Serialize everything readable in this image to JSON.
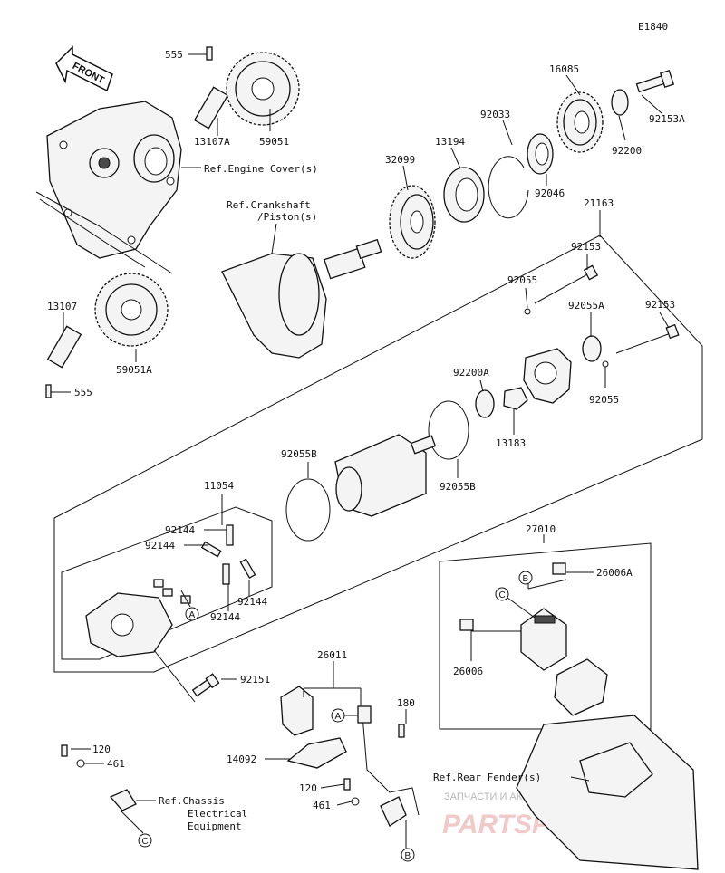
{
  "diagram_code": "E1840",
  "front_arrow_text": "FRONT",
  "labels": {
    "p555_top": "555",
    "p13107A": "13107A",
    "p59051": "59051",
    "ref_engine_cover": "Ref.Engine Cover(s)",
    "p16085": "16085",
    "p92153A": "92153A",
    "p92033": "92033",
    "p92200": "92200",
    "p13194": "13194",
    "p92046": "92046",
    "p32099": "32099",
    "ref_crank_1": "Ref.Crankshaft",
    "ref_crank_2": "/Piston(s)",
    "p21163": "21163",
    "p92153_a": "92153",
    "p92055_a": "92055",
    "p92055A": "92055A",
    "p92153_b": "92153",
    "p13107": "13107",
    "p59051A": "59051A",
    "p555_bottom": "555",
    "p92055_b": "92055",
    "p92200A": "92200A",
    "p13183": "13183",
    "p92055B_left": "92055B",
    "p92055B_right": "92055B",
    "p11054": "11054",
    "p92144_1": "92144",
    "p92144_2": "92144",
    "p92144_3": "92144",
    "p92144_4": "92144",
    "p27010": "27010",
    "p26006A": "26006A",
    "p26006": "26006",
    "p92151": "92151",
    "p26011": "26011",
    "p180": "180",
    "p120_left": "120",
    "p461_left": "461",
    "p14092": "14092",
    "p120_mid": "120",
    "p461_mid": "461",
    "ref_rear_fender": "Ref.Rear Fender(s)",
    "ref_chassis_1": "Ref.Chassis",
    "ref_chassis_2": "Electrical",
    "ref_chassis_3": "Equipment"
  },
  "callouts": {
    "a": "A",
    "b": "B",
    "c": "C"
  },
  "watermark": {
    "line1": "ЗАПЧАСТИ И АКСЕССУАРЫ ДЛЯ МОТОТЕХНИКИ",
    "line2": "PARTSPORT.RU"
  }
}
